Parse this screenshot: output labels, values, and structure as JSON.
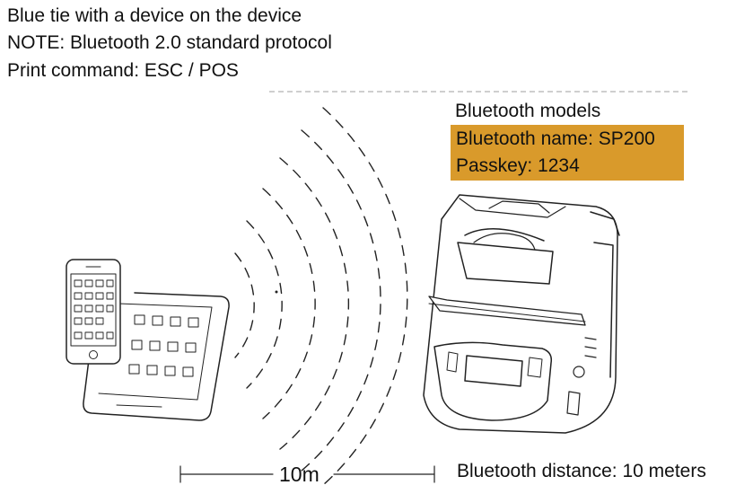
{
  "header": {
    "line1": "Blue tie with a device on the device",
    "line2": "NOTE: Bluetooth 2.0 standard protocol",
    "line3": "Print command: ESC / POS"
  },
  "bluetooth": {
    "models_title": "Bluetooth models",
    "name_line": "Bluetooth name: SP200",
    "passkey_line": "Passkey: 1234"
  },
  "distance": {
    "label": "10m",
    "text": "Bluetooth distance: 10 meters"
  },
  "colors": {
    "badge": "#d99a2b",
    "line_art": "#222222"
  },
  "icons": [
    "smartphone-icon",
    "tablet-icon",
    "bluetooth-waves-icon",
    "printer-icon"
  ]
}
